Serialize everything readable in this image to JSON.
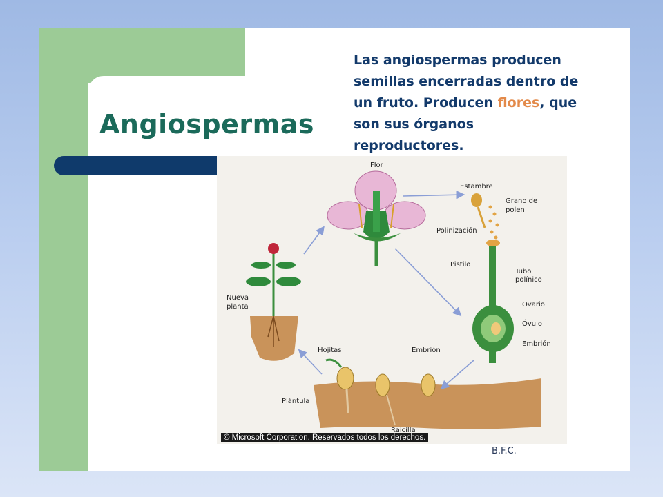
{
  "slide": {
    "title": "Angiospermas",
    "intro_part1": "Las angiospermas producen semillas encerradas dentro de un fruto. Producen ",
    "intro_highlight": "flores",
    "intro_part2": ", que son sus órganos reproductores.",
    "author": "B.F.C."
  },
  "diagram": {
    "labels": {
      "flor": "Flor",
      "estambre": "Estambre",
      "grano1": "Grano de",
      "grano2": "polen",
      "polinizacion": "Polinización",
      "pistilo": "Pistilo",
      "tubo1": "Tubo",
      "tubo2": "polínico",
      "ovario": "Ovario",
      "ovulo": "Óvulo",
      "embrion_ovario": "Embrión",
      "embrion_semilla": "Embrión",
      "hojitas": "Hojitas",
      "plantula": "Plántula",
      "raicilla": "Raicilla",
      "nueva1": "Nueva",
      "nueva2": "planta"
    },
    "copyright": "© Microsoft Corporation. Reservados todos los derechos."
  },
  "colors": {
    "title": "#1b6a5a",
    "text": "#133a6b",
    "highlight": "#e38a4a",
    "green_band": "#9ccb96",
    "navy_bar": "#0f3a6b"
  }
}
